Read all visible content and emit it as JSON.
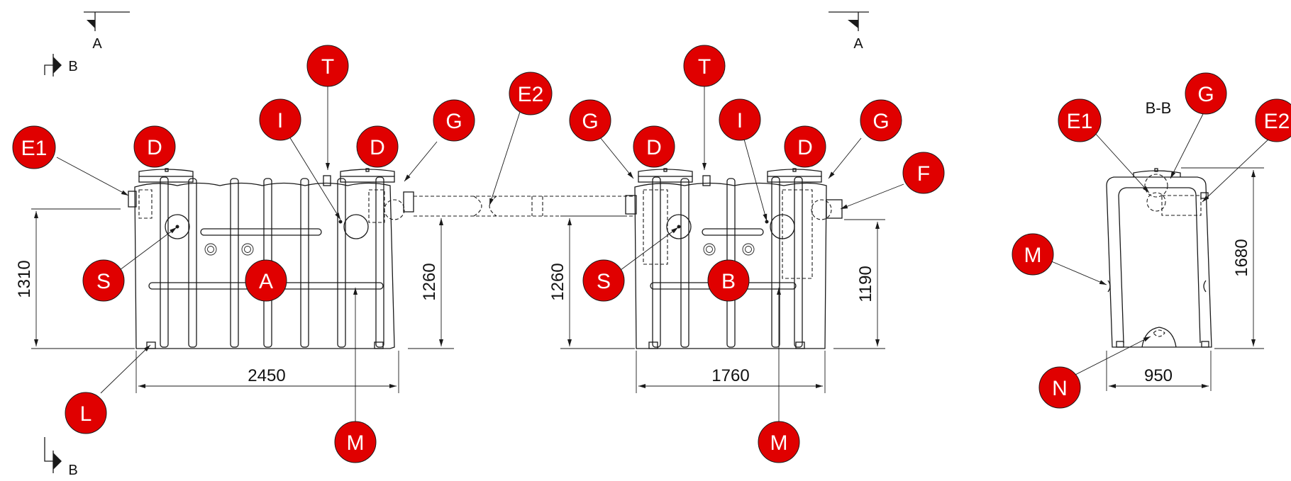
{
  "colors": {
    "callout_fill": "#e00000",
    "line": "#1a1a1a"
  },
  "section_marks": {
    "a": "A",
    "b": "B"
  },
  "view_title": "B-B",
  "dimensions": {
    "d2450": "2450",
    "d1310": "1310",
    "d1260a": "1260",
    "d1260b": "1260",
    "d1760": "1760",
    "d1190": "1190",
    "d950": "950",
    "d1680": "1680"
  },
  "callouts": {
    "e1": "E1",
    "e2": "E2",
    "d": "D",
    "t": "T",
    "i": "I",
    "g": "G",
    "s": "S",
    "a": "A",
    "b": "B",
    "m": "M",
    "l": "L",
    "f": "F",
    "n": "N"
  }
}
